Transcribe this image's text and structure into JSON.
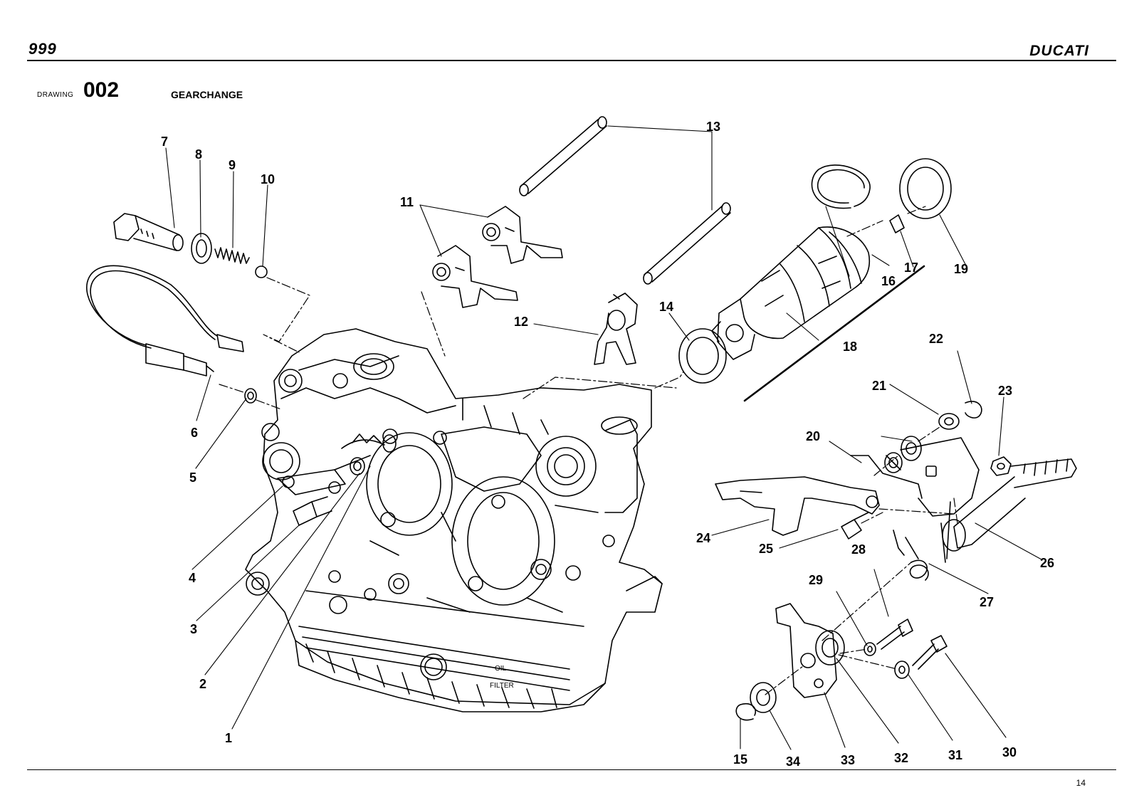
{
  "header": {
    "model": "999",
    "brand": "DUCATI"
  },
  "drawing": {
    "caption": "DRAWING",
    "number": "002",
    "title": "GEARCHANGE"
  },
  "footer": {
    "page_number": "14"
  },
  "callouts": [
    "1",
    "2",
    "3",
    "4",
    "5",
    "6",
    "7",
    "8",
    "9",
    "10",
    "11",
    "12",
    "13",
    "14",
    "15",
    "16",
    "17",
    "18",
    "19",
    "20",
    "21",
    "22",
    "23",
    "24",
    "25",
    "26",
    "27",
    "28",
    "29",
    "30",
    "31",
    "32",
    "33",
    "34"
  ],
  "oil_filter_text": [
    "OIL",
    "FILTER"
  ]
}
